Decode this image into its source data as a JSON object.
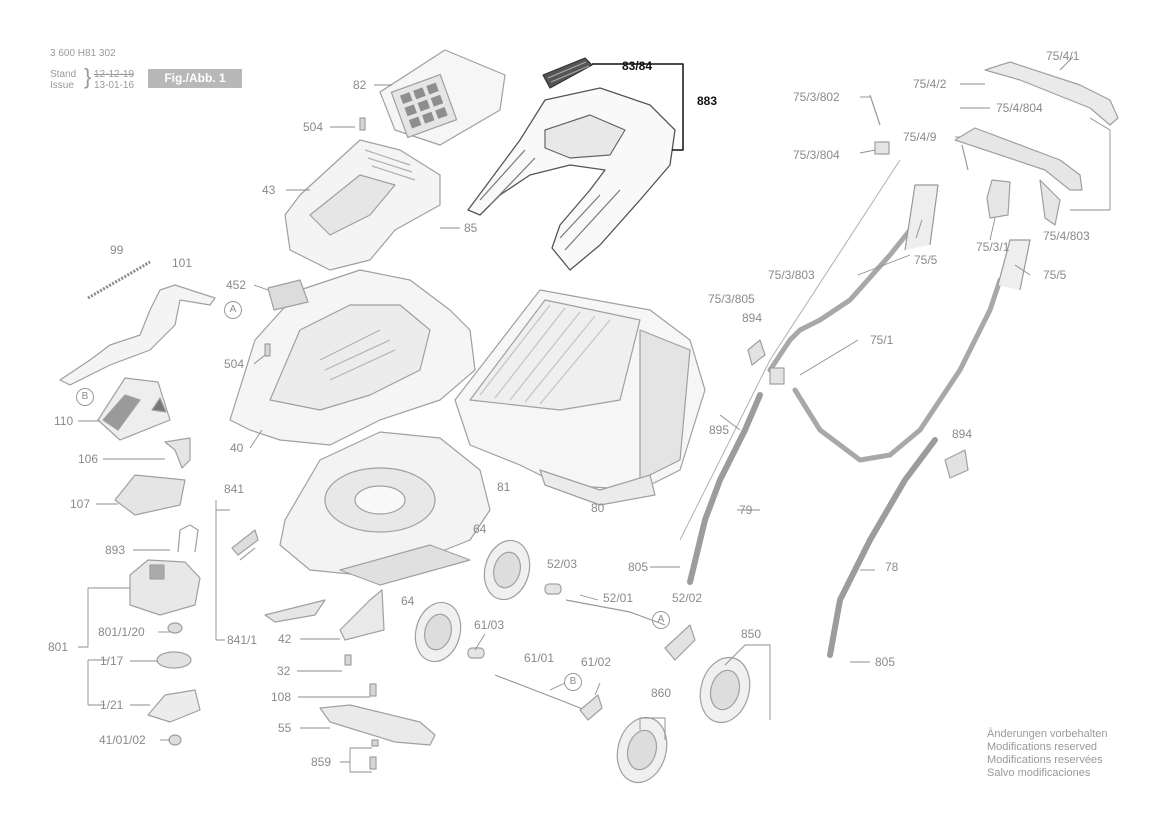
{
  "header": {
    "doc_number": "3 600 H81 302",
    "stand_label": "Stand",
    "issue_label": "Issue",
    "stand_date": "12-12-19",
    "issue_date": "13-01-16",
    "figure_label": "Fig./Abb. 1"
  },
  "parts": [
    {
      "id": "p82",
      "text": "82"
    },
    {
      "id": "p504a",
      "text": "504"
    },
    {
      "id": "p43",
      "text": "43"
    },
    {
      "id": "p85",
      "text": "85"
    },
    {
      "id": "p8384",
      "text": "83/84",
      "highlight": true
    },
    {
      "id": "p883",
      "text": "883",
      "highlight": true
    },
    {
      "id": "p99",
      "text": "99"
    },
    {
      "id": "p101",
      "text": "101"
    },
    {
      "id": "p452",
      "text": "452"
    },
    {
      "id": "p504b",
      "text": "504"
    },
    {
      "id": "p110",
      "text": "110"
    },
    {
      "id": "p106",
      "text": "106"
    },
    {
      "id": "p107",
      "text": "107"
    },
    {
      "id": "p40",
      "text": "40"
    },
    {
      "id": "p81",
      "text": "81"
    },
    {
      "id": "p80",
      "text": "80"
    },
    {
      "id": "p841",
      "text": "841"
    },
    {
      "id": "p8411",
      "text": "841/1"
    },
    {
      "id": "p893",
      "text": "893"
    },
    {
      "id": "p801",
      "text": "801"
    },
    {
      "id": "p80120",
      "text": "801/1/20"
    },
    {
      "id": "p117",
      "text": "1/17"
    },
    {
      "id": "p121",
      "text": "1/21"
    },
    {
      "id": "p410102",
      "text": "41/01/02"
    },
    {
      "id": "p42",
      "text": "42"
    },
    {
      "id": "p32",
      "text": "32"
    },
    {
      "id": "p108",
      "text": "108"
    },
    {
      "id": "p55",
      "text": "55"
    },
    {
      "id": "p859",
      "text": "859"
    },
    {
      "id": "p64a",
      "text": "64"
    },
    {
      "id": "p64b",
      "text": "64"
    },
    {
      "id": "p5203",
      "text": "52/03"
    },
    {
      "id": "p5201",
      "text": "52/01"
    },
    {
      "id": "p5202",
      "text": "52/02"
    },
    {
      "id": "p6103",
      "text": "61/03"
    },
    {
      "id": "p6101",
      "text": "61/01"
    },
    {
      "id": "p6102",
      "text": "61/02"
    },
    {
      "id": "p850",
      "text": "850"
    },
    {
      "id": "p860",
      "text": "860"
    },
    {
      "id": "p805a",
      "text": "805"
    },
    {
      "id": "p805b",
      "text": "805"
    },
    {
      "id": "p79",
      "text": "79"
    },
    {
      "id": "p78",
      "text": "78"
    },
    {
      "id": "p895",
      "text": "895"
    },
    {
      "id": "p894a",
      "text": "894"
    },
    {
      "id": "p894b",
      "text": "894"
    },
    {
      "id": "p753805",
      "text": "75/3/805"
    },
    {
      "id": "p753803",
      "text": "75/3/803"
    },
    {
      "id": "p751",
      "text": "75/1"
    },
    {
      "id": "p755a",
      "text": "75/5"
    },
    {
      "id": "p755b",
      "text": "75/5"
    },
    {
      "id": "p7531",
      "text": "75/3/1"
    },
    {
      "id": "p754803",
      "text": "75/4/803"
    },
    {
      "id": "p753802",
      "text": "75/3/802"
    },
    {
      "id": "p753804",
      "text": "75/3/804"
    },
    {
      "id": "p7541",
      "text": "75/4/1"
    },
    {
      "id": "p7542",
      "text": "75/4/2"
    },
    {
      "id": "p754804",
      "text": "75/4/804"
    },
    {
      "id": "p7549",
      "text": "75/4/9"
    }
  ],
  "markers": {
    "a1": "A",
    "a2": "A",
    "b1": "B",
    "b2": "B"
  },
  "notes": [
    "Änderungen vorbehalten",
    "Modifications reserved",
    "Modifications reservées",
    "Salvo modificaciones"
  ]
}
